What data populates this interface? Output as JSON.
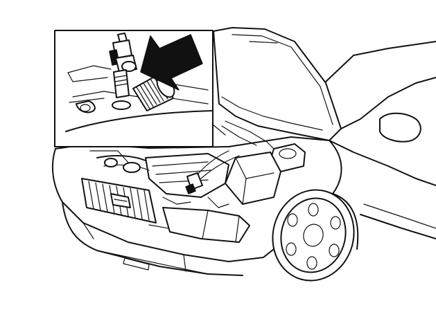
{
  "figure": {
    "background": "#ffffff",
    "line_color": "#111111",
    "subject": "car-front-open-hood",
    "inset": "sensor-detail",
    "pointer": "arrow-left-down"
  }
}
